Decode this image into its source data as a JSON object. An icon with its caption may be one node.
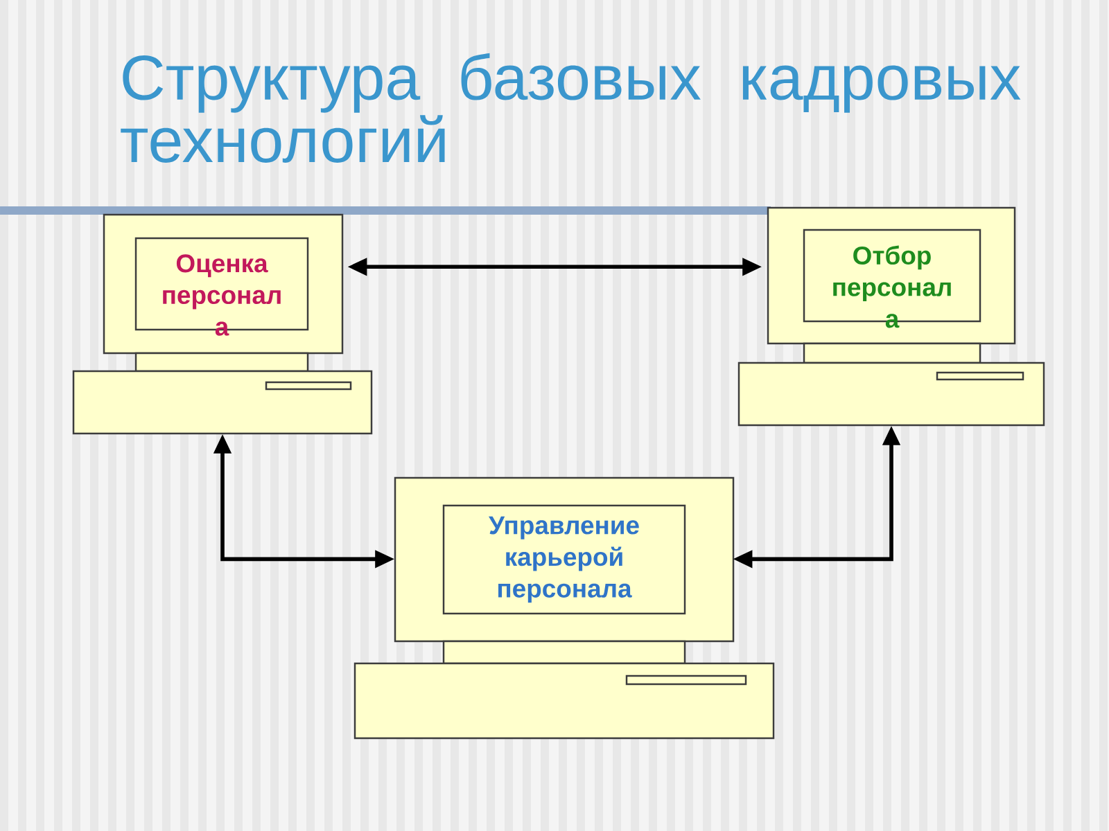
{
  "diagram": {
    "title": "Структура базовых кадровых технологий",
    "nodes": [
      {
        "text": [
          "Оценка персонал а"
        ]
      },
      {
        "text": [
          "Отбор персонал а"
        ]
      },
      {
        "text": [
          "Управление карьерой персонала"
        ]
      }
    ],
    "edges": [
      {
        "from": 0,
        "to": 1,
        "arrow": "both"
      },
      {
        "from": 0,
        "to": 2,
        "arrow": "both"
      },
      {
        "from": 1,
        "to": 2,
        "arrow": "both"
      }
    ]
  }
}
